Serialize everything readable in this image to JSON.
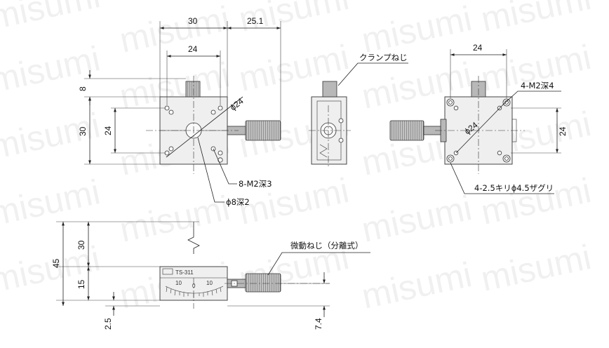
{
  "watermark": {
    "text": "misumi"
  },
  "top_view": {
    "dim_width": "30",
    "dim_knob_reach": "25.1",
    "dim_hole_pitch": "24",
    "dim_top_offset": "8",
    "dim_height": "30",
    "dim_hole_pitch_v": "24",
    "dia_label": "ϕ24"
  },
  "side_view": {
    "clamp_label": "クランプねじ"
  },
  "right_view": {
    "dim_hole_pitch": "24",
    "dim_hole_pitch_v": "24",
    "tap_label": "4-M2深4",
    "dia_label": "ϕ24",
    "hole_label": "4-2.5キリϕ4.5ザグリ"
  },
  "top_view_notes": {
    "tap_label": "8-M2深3",
    "bore_label": "ϕ8深2"
  },
  "front_view": {
    "dim_total_height": "45",
    "dim_upper": "30",
    "dim_lower": "15",
    "dim_base": "2.5",
    "dim_screw_height": "7.4",
    "micrometer_label": "微動ねじ（分離式）",
    "model_label": "TS-311",
    "scale_left": "10",
    "scale_zero": "0",
    "scale_right": "10"
  }
}
